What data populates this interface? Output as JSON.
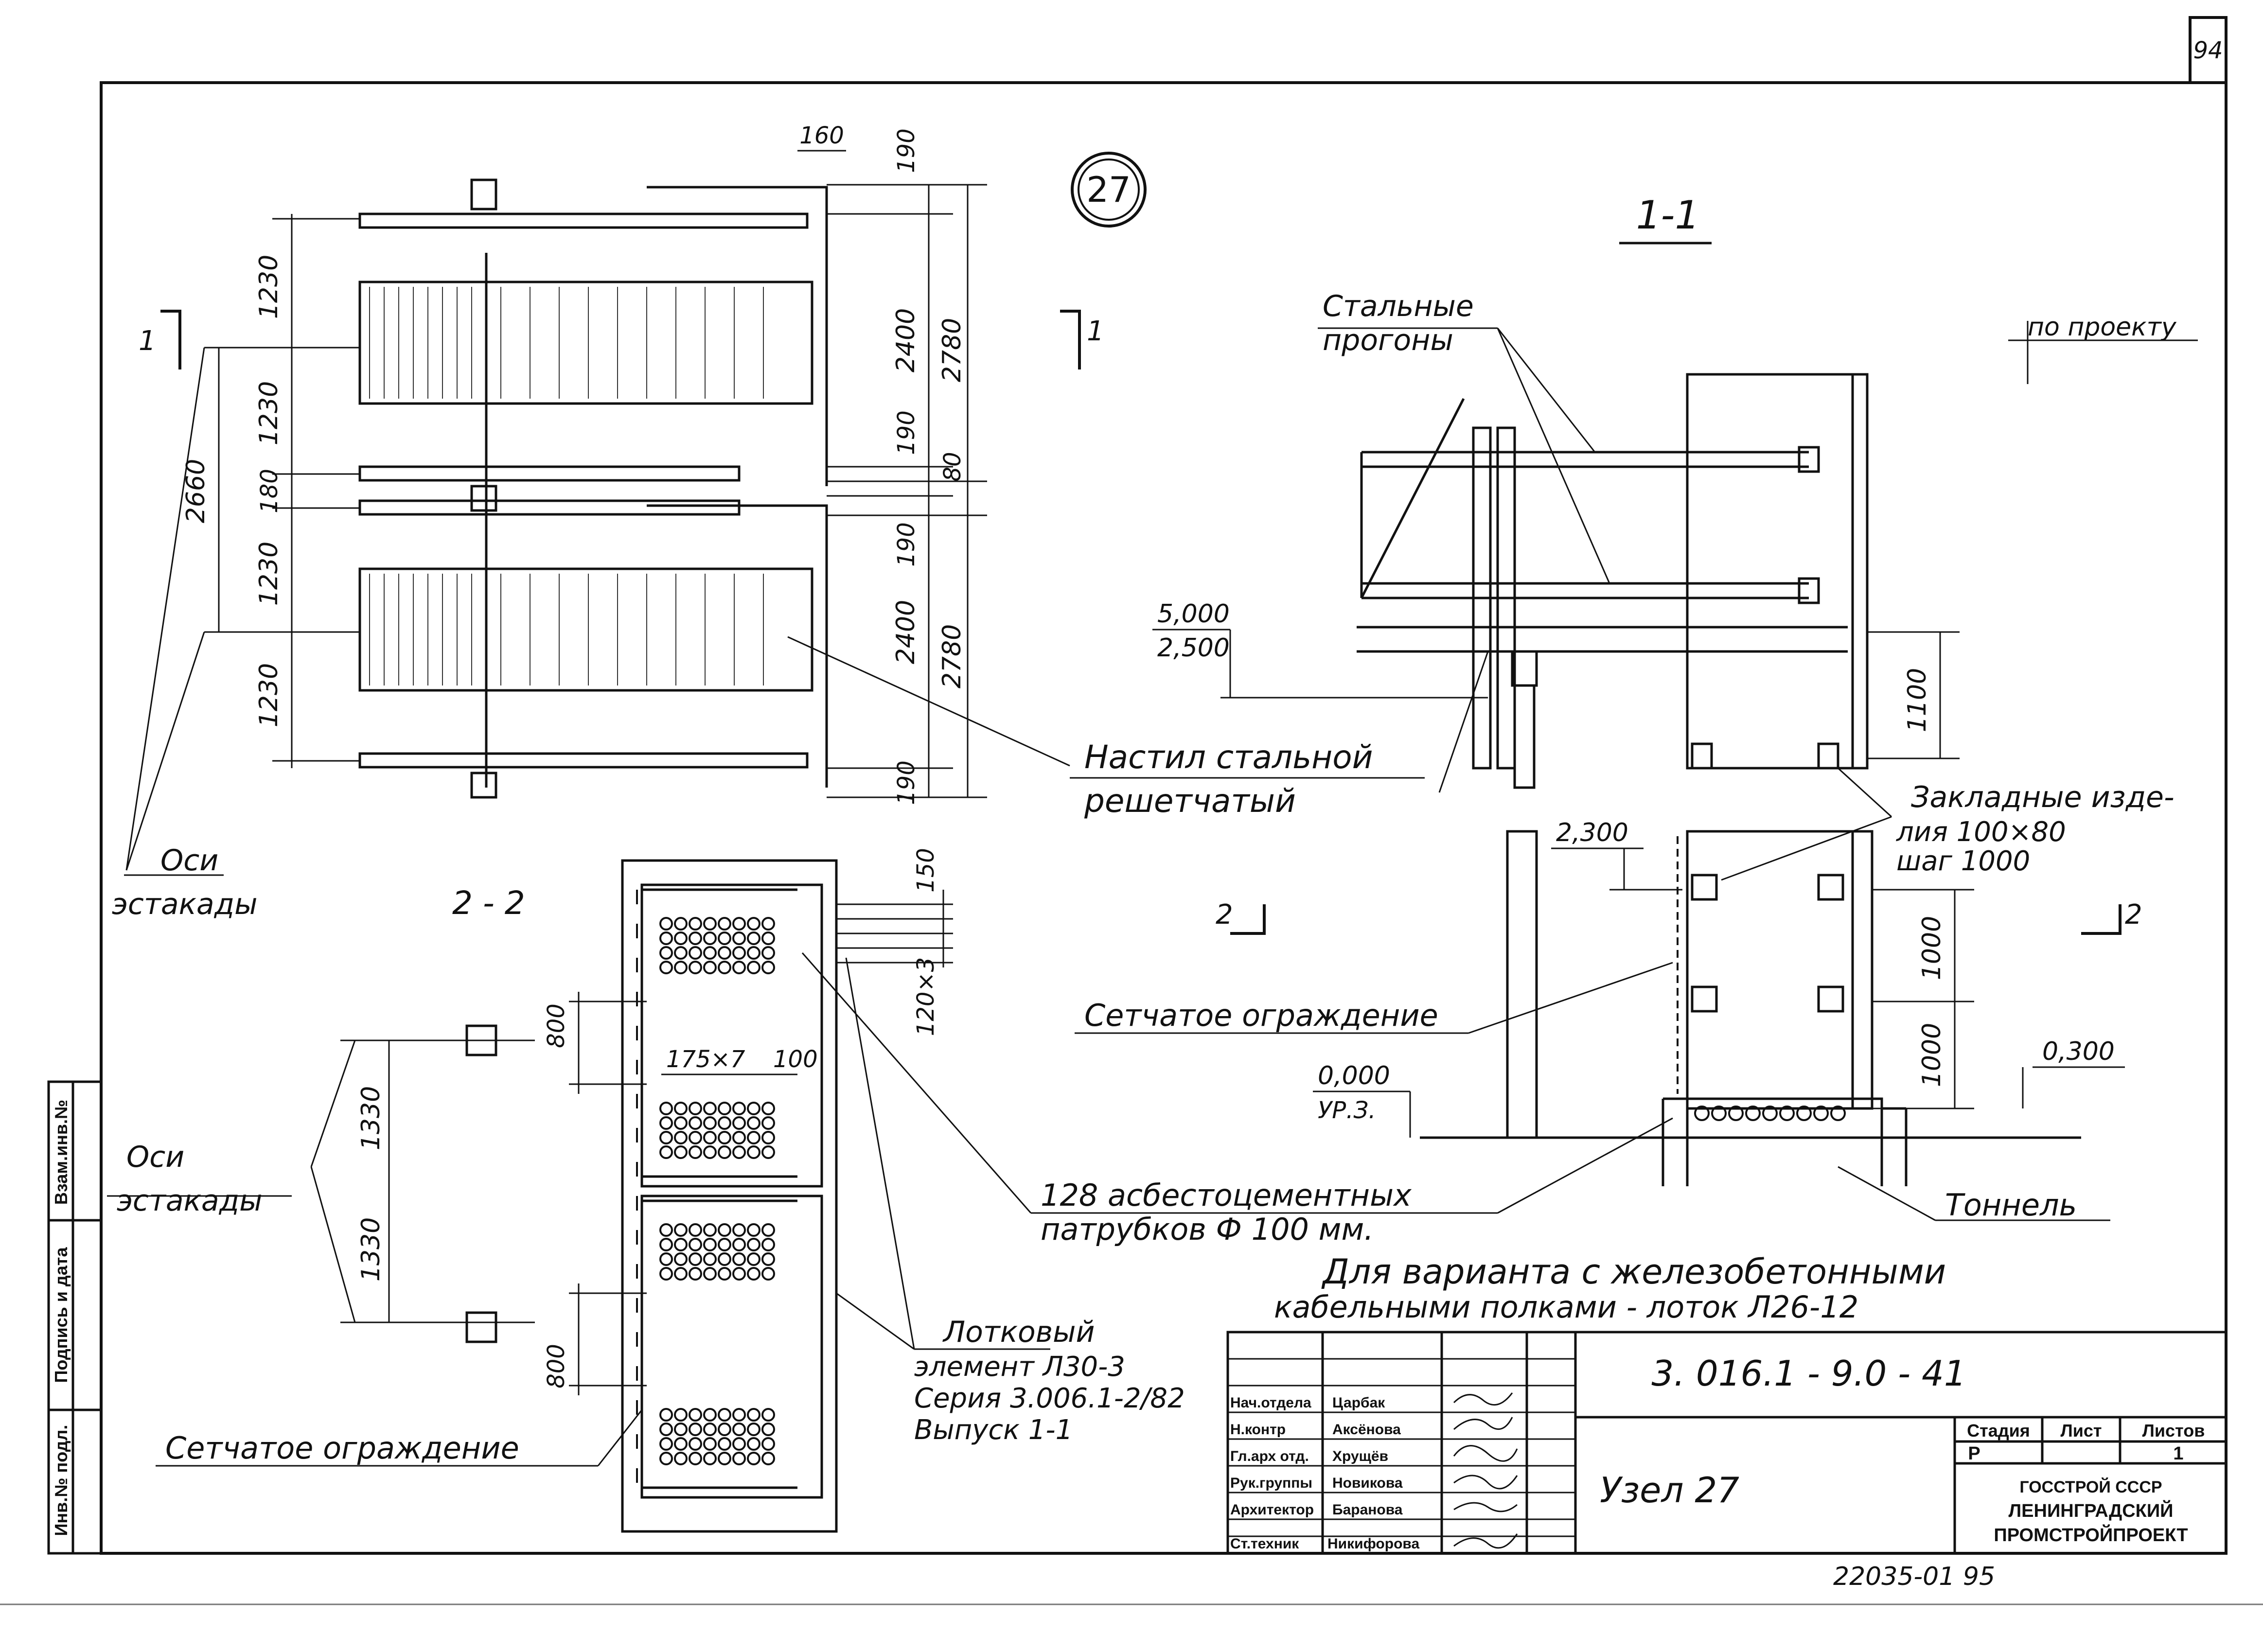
{
  "sheet_number": "94",
  "node_number": "27",
  "plan": {
    "dims_left": [
      "1230",
      "1230",
      "180",
      "1230",
      "1230"
    ],
    "dim_axes": "2660",
    "dims_right_inner": [
      "190",
      "2400",
      "190",
      "80",
      "190",
      "2400",
      "190"
    ],
    "dims_right_outer": [
      "2780",
      "2780"
    ],
    "dim_top": "160",
    "cut_mark": "1"
  },
  "section_1_1": {
    "title": "1-1",
    "label_purlins_1": "Стальные",
    "label_purlins_2": "прогоны",
    "label_design": "по проекту",
    "elev_5000": "5,000",
    "elev_2500": "2,500",
    "dim_1100": "1100",
    "embed_1": "Закладные изде-",
    "embed_2": "лия 100×80",
    "embed_3": "шаг 1000",
    "elev_2300": "2,300",
    "dim_1000_a": "1000",
    "dim_1000_b": "1000",
    "elev_0300": "0,300",
    "elev_0000": "0,000",
    "ground": "УР.З.",
    "mesh_fence": "Сетчатое ограждение",
    "tunnel": "Тоннель",
    "cut_mark": "2"
  },
  "deck": {
    "label_1": "Настил стальной",
    "label_2": "решетчатый"
  },
  "axes_top": {
    "l1": "Оси",
    "l2": "эстакады"
  },
  "axes_bottom": {
    "l1": "Оси",
    "l2": "эстакады"
  },
  "section_2_2": {
    "title": "2 - 2",
    "dim_150": "150",
    "dim_120x3": "120×3",
    "dim_800_a": "800",
    "dim_800_b": "800",
    "dim_175x7": "175×7",
    "dim_100": "100",
    "dim_1330_a": "1330",
    "dim_1330_b": "1330",
    "mesh_fence": "Сетчатое ограждение"
  },
  "pipes": {
    "l1": "128 асбестоцементных",
    "l2": "патрубков Ф 100 мм."
  },
  "tray": {
    "l1": "Лотковый",
    "l2": "элемент Л30-3",
    "l3": "Серия 3.006.1-2/82",
    "l4": "Выпуск 1-1"
  },
  "variant_note": {
    "l1": "Для варианта с железобетонными",
    "l2": "кабельными полками - лоток Л26-12"
  },
  "left_stamp": {
    "c1": "Взам.инв.№",
    "c2": "Подпись и дата",
    "c3": "Инв.№ подл."
  },
  "title_block": {
    "code": "3. 016.1 - 9.0 - 41",
    "name": "Узел 27",
    "roles": [
      "Нач.отдела",
      "Н.контр",
      "Гл.арх отд.",
      "Рук.группы",
      "Архитектор",
      "Ст.техник"
    ],
    "names": [
      "Царбак",
      "Аксёнова",
      "Хрущёв",
      "Новикова",
      "Баранова",
      "Никифорова"
    ],
    "stage_label": "Стадия",
    "sheet_label": "Лист",
    "sheets_label": "Листов",
    "stage": "Р",
    "sheets": "1",
    "org1": "ГОССТРОЙ СССР",
    "org2": "ЛЕНИНГРАДСКИЙ",
    "org3": "ПРОМСТРОЙПРОЕКТ"
  },
  "doc_number": "22035-01  95"
}
